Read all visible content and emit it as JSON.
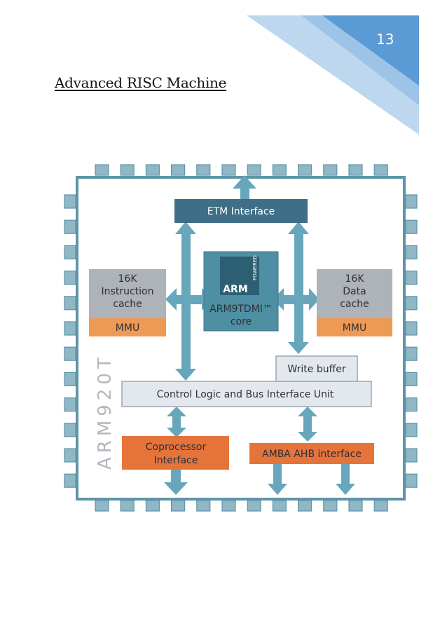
{
  "page": {
    "number": "13",
    "title": "Advanced RISC Machine"
  },
  "diagram": {
    "chip_name": "ARM920T",
    "etm_label": "ETM Interface",
    "core": {
      "logo_text": "ARM",
      "logo_badge": "POWERED",
      "line1": "ARM9TDMI™",
      "line2": "core"
    },
    "instruction_cache": {
      "line1": "16K",
      "line2": "Instruction",
      "line3": "cache",
      "mmu": "MMU"
    },
    "data_cache": {
      "line1": "16K",
      "line2": "Data",
      "line3": "cache",
      "mmu": "MMU"
    },
    "write_buffer": "Write buffer",
    "control_logic": "Control Logic and Bus Interface Unit",
    "coprocessor": {
      "line1": "Coprocessor",
      "line2": "Interface"
    },
    "amba": "AMBA AHB interface"
  },
  "colors": {
    "corner_blue_dark": "#5b9bd5",
    "corner_blue_light": "#bdd7ee",
    "frame": "#5e95a8",
    "arrow": "#68a7bb",
    "etm": "#3f6f86",
    "core": "#4e8fa4",
    "cache_gray": "#aeb2b9",
    "mmu_orange": "#ee9a57",
    "coproc_orange": "#e5743b",
    "light_box": "#e3e8ee"
  }
}
